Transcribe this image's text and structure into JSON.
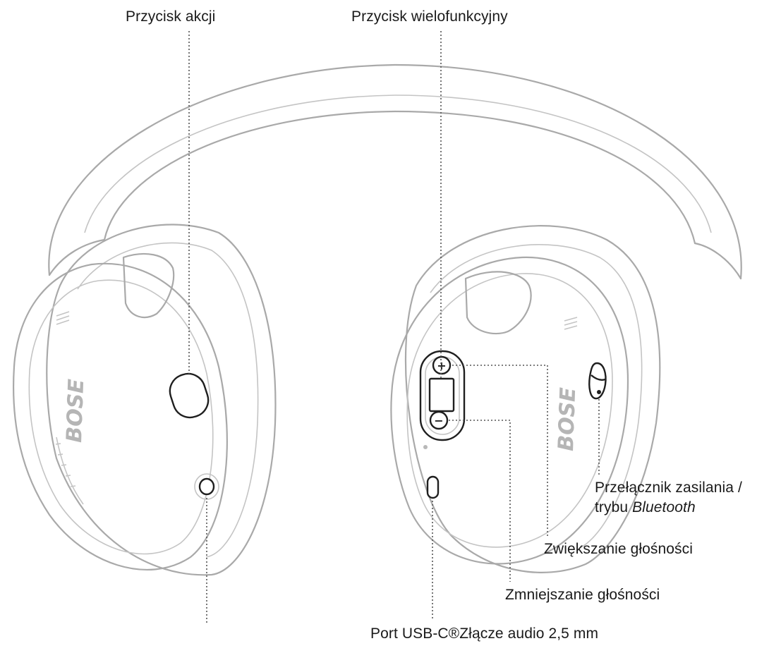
{
  "labels": {
    "action_button": "Przycisk akcji",
    "multifunction_button": "Przycisk wielofunkcyjny",
    "power_switch_line1": "Przełącznik zasilania /",
    "power_switch_line2_prefix": "trybu ",
    "power_switch_line2_italic": "Bluetooth",
    "volume_up": "Zwiększanie głośności",
    "volume_down": "Zmniejszanie głośności",
    "ports": "Port USB-C®Złącze audio 2,5 mm"
  },
  "logo_text": "BOSE",
  "button_symbols": {
    "plus": "+",
    "minus": "−"
  }
}
